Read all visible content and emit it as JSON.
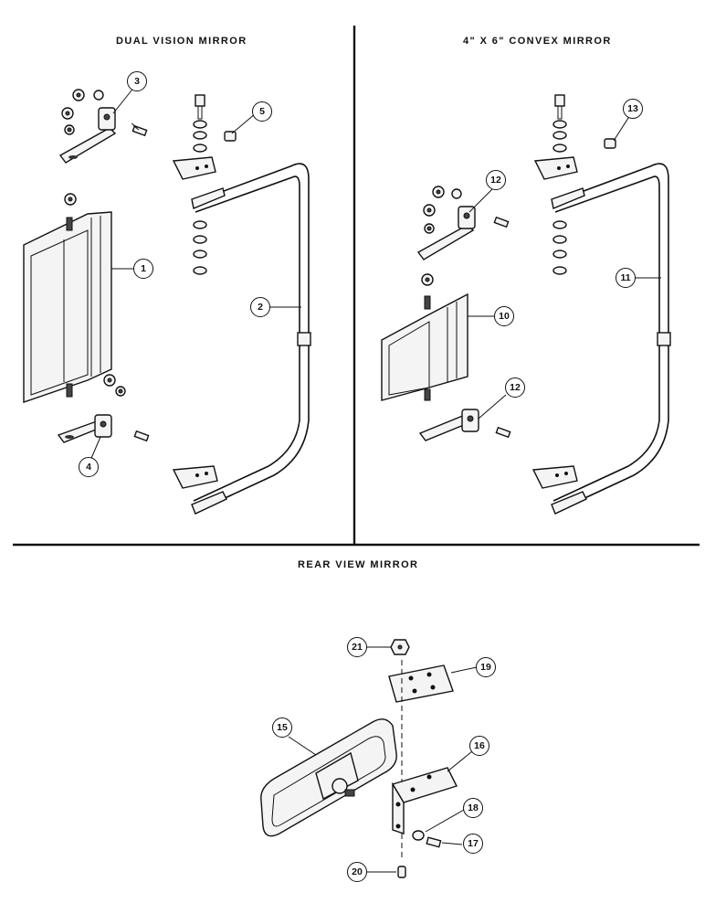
{
  "sections": {
    "dual": {
      "title": "DUAL VISION MIRROR"
    },
    "convex": {
      "title": "4\" X 6\" CONVEX MIRROR"
    },
    "rear": {
      "title": "REAR VIEW MIRROR"
    }
  },
  "callouts": {
    "c1": "1",
    "c2": "2",
    "c3": "3",
    "c4": "4",
    "c5": "5",
    "c10": "10",
    "c11": "11",
    "c12a": "12",
    "c12b": "12",
    "c13": "13",
    "c15": "15",
    "c16": "16",
    "c17": "17",
    "c18": "18",
    "c19": "19",
    "c20": "20",
    "c21": "21"
  }
}
